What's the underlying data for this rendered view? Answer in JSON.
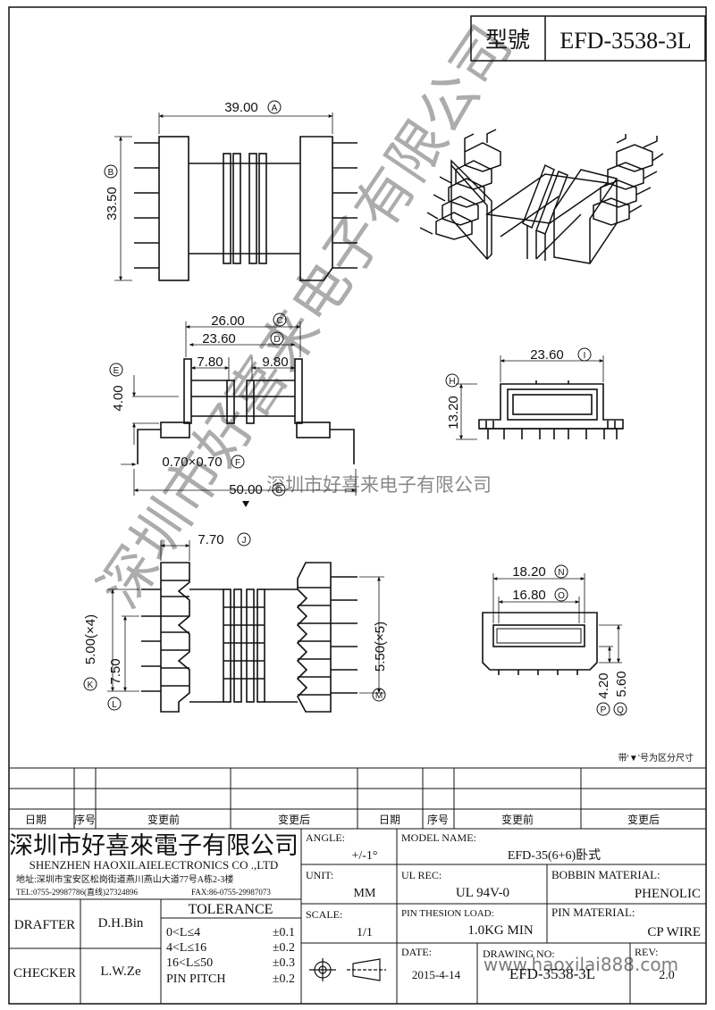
{
  "header": {
    "model_label": "型號",
    "model_value": "EFD-3538-3L"
  },
  "dims": {
    "A": "39.00",
    "B": "33.50",
    "C": "26.00",
    "D": "23.60",
    "d_left": "7.80",
    "d_right": "9.80",
    "E": "4.00",
    "F": "0.70×0.70",
    "G": "50.00",
    "I": "23.60",
    "H": "13.20",
    "J": "7.70",
    "K": "5.00(×4)",
    "L": "7.50",
    "M": "5.50(×5)",
    "N": "18.20",
    "O": "16.80",
    "P": "4.20",
    "Q": "5.60"
  },
  "markers": {
    "A": "A",
    "B": "B",
    "C": "C",
    "D": "D",
    "E": "E",
    "F": "F",
    "G": "G",
    "H": "H",
    "I": "I",
    "J": "J",
    "K": "K",
    "L": "L",
    "M": "M",
    "N": "N",
    "O": "O",
    "P": "P",
    "Q": "Q"
  },
  "note": "带‘▼’号为区分尺寸",
  "revision_header": {
    "date": "日期",
    "no": "序号",
    "before": "变更前",
    "after": "变更后"
  },
  "company": {
    "name_cn": "深圳市好喜來電子有限公司",
    "name_en": "SHENZHEN HAOXILAIELECTRONICS CO .,LTD",
    "address": "地址:深圳市宝安区松岗街道燕川燕山大道77号A栋2-3楼",
    "tel": "TEL:0755-29987786(直线)27324896",
    "fax": "FAX:86-0755-29987073"
  },
  "titleblock": {
    "angle_label": "ANGLE:",
    "angle_value": "+/-1°",
    "model_name_label": "MODEL NAME:",
    "model_name_value": "EFD-35(6+6)卧式",
    "unit_label": "UNIT:",
    "unit_value": "MM",
    "ul_label": "UL REC:",
    "ul_value": "UL 94V-0",
    "bobbin_label": "BOBBIN MATERIAL:",
    "bobbin_value": "PHENOLIC",
    "scale_label": "SCALE:",
    "scale_value": "1/1",
    "pin_load_label": "PIN THESION LOAD:",
    "pin_load_value": "1.0KG MIN",
    "pin_mat_label": "PIN MATERIAL:",
    "pin_mat_value": "CP  WIRE",
    "date_label": "DATE:",
    "date_value": "2015-4-14",
    "drawing_label": "DRAWING NO:",
    "drawing_value": "EFD-3538-3L",
    "rev_label": "REV:",
    "rev_value": "2.0",
    "drafter_label": "DRAFTER",
    "drafter_value": "D.H.Bin",
    "checker_label": "CHECKER",
    "checker_value": "L.W.Ze",
    "tolerance_label": "TOLERANCE",
    "tol1": "0<L≤4",
    "tol1v": "±0.1",
    "tol2": "4<L≤16",
    "tol2v": "±0.2",
    "tol3": "16<L≤50",
    "tol3v": "±0.3",
    "tol4": "PIN PITCH",
    "tol4v": "±0.2"
  },
  "watermark": {
    "diag": "深圳市好喜来电子有限公司",
    "center": "深圳市好喜来电子有限公司",
    "site": "www.haoxilai888.com"
  }
}
